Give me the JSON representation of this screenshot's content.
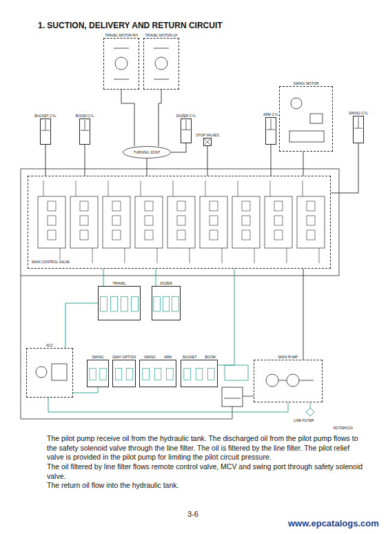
{
  "diagram": {
    "title": "1. SUCTION, DELIVERY AND RETURN CIRCUIT",
    "caption": "The pilot pump receive oil from the hydraulic tank. The discharged oil from the pilot pump flows to the safety solenoid valve through the line filter. The oil is filtered by the line filter. The pilot relief valve is provided in the pilot pump for limiting the pilot circuit pressure.",
    "nodes": [
      {
        "text": [
          "TRAVEL MOTOR-RH"
        ]
      },
      {
        "text": [
          "TRAVEL MOTOR-LH"
        ]
      },
      {
        "text": [
          "BUCKET CYL"
        ]
      },
      {
        "text": [
          "BOOM CYL"
        ]
      },
      {
        "text": [
          "DOZER CYL"
        ]
      },
      {
        "text": [
          "STOP VALVES"
        ]
      },
      {
        "text": [
          "ARM CYL"
        ]
      },
      {
        "text": [
          "SWING MOTOR"
        ]
      },
      {
        "text": [
          "SWING CYL"
        ]
      },
      {
        "text": [
          "TURNING JOINT"
        ]
      },
      {
        "text": [
          "MAIN CONTROL VALVE"
        ]
      },
      {
        "text": [
          "TRAVEL"
        ]
      },
      {
        "text": [
          "DOZER"
        ]
      },
      {
        "text": [
          "ACC"
        ]
      },
      {
        "text": [
          "SWING"
        ]
      },
      {
        "text": [
          "2WAY OPTION"
        ]
      },
      {
        "text": [
          "SWING",
          "ARM"
        ]
      },
      {
        "text": [
          "BUCKET",
          "BOOM"
        ]
      },
      {
        "text": [
          "MAIN PUMP"
        ]
      }
    ],
    "edges": [
      {
        "from": 10,
        "to": 9,
        "arrow": "none"
      },
      {
        "from": 9,
        "to": 0,
        "arrow": "none"
      },
      {
        "from": 9,
        "to": 1,
        "arrow": "none"
      },
      {
        "from": 9,
        "to": 4,
        "arrow": "none"
      },
      {
        "from": 10,
        "to": 2,
        "arrow": "none"
      },
      {
        "from": 10,
        "to": 3,
        "arrow": "none"
      },
      {
        "from": 10,
        "to": 5,
        "arrow": "none"
      },
      {
        "from": 10,
        "to": 6,
        "arrow": "none"
      },
      {
        "from": 10,
        "to": 7,
        "arrow": "none"
      },
      {
        "from": 10,
        "to": 8,
        "arrow": "none"
      },
      {
        "from": 11,
        "to": 10,
        "arrow": "none"
      },
      {
        "from": 12,
        "to": 10,
        "arrow": "none"
      },
      {
        "from": 18,
        "to": 10,
        "arrow": "none"
      },
      {
        "from": 13,
        "to": 18,
        "arrow": "none"
      },
      {
        "from": 13,
        "to": 14,
        "arrow": "none"
      },
      {
        "from": 13,
        "to": 11,
        "arrow": "none"
      },
      {
        "from": 17,
        "to": 10,
        "arrow": "none"
      }
    ],
    "labels": [
      "The oil filtered by line filter flows remote control valve, MCV and swing port through safety solenoid valve.",
      "The return oil flow into the hydraulic tank.",
      "LINE FILTER",
      "R27Z9HC03",
      "3-6",
      "www.epcatalogs.com"
    ]
  }
}
